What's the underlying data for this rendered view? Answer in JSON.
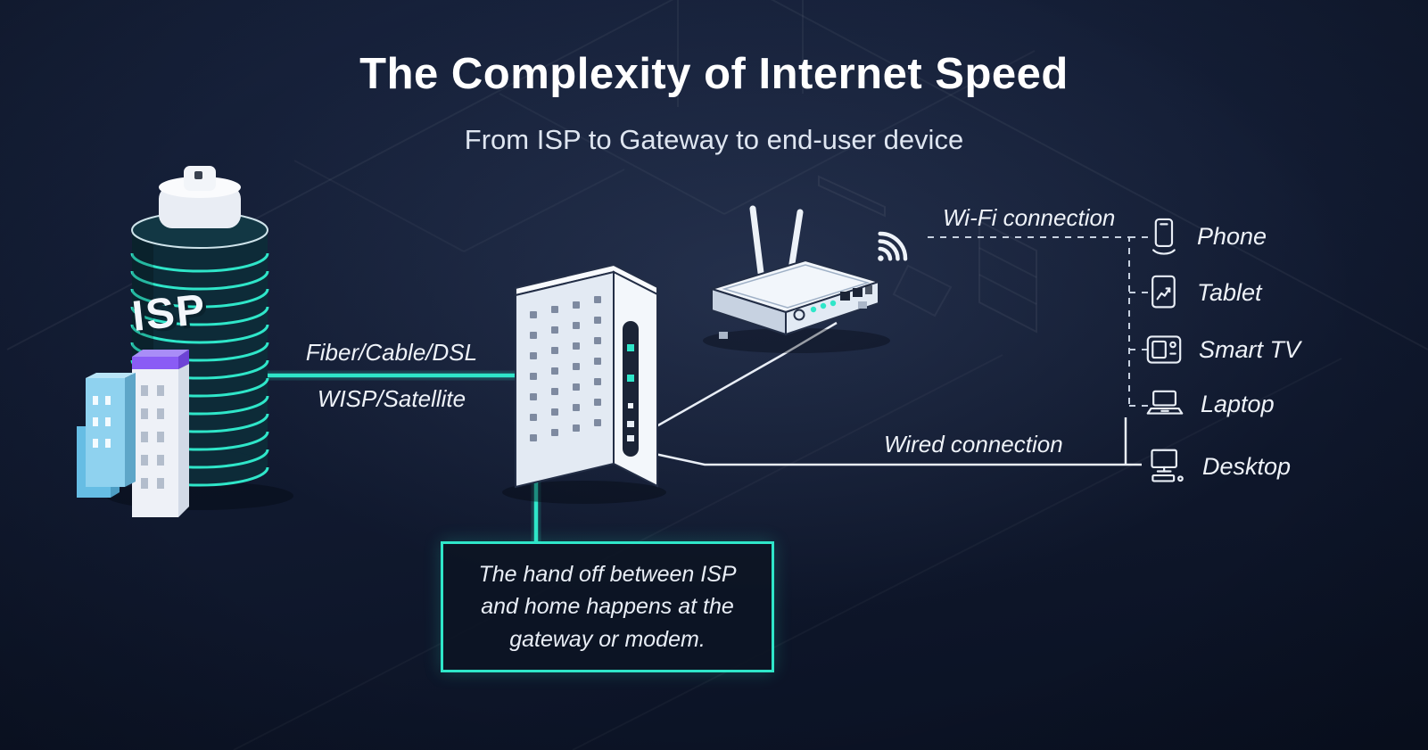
{
  "header": {
    "title": "The Complexity of Internet Speed",
    "subtitle": "From ISP to Gateway to end-user device"
  },
  "isp": {
    "building_label": "ISP"
  },
  "connections": {
    "isp_to_gateway_line1": "Fiber/Cable/DSL",
    "isp_to_gateway_line2": "WISP/Satellite",
    "wifi_label": "Wi-Fi connection",
    "wired_label": "Wired connection"
  },
  "callout": {
    "text": "The hand off between ISP and home happens at the gateway or modem."
  },
  "devices": [
    {
      "label": "Phone",
      "icon": "phone-icon"
    },
    {
      "label": "Tablet",
      "icon": "tablet-icon"
    },
    {
      "label": "Smart TV",
      "icon": "smart-tv-icon"
    },
    {
      "label": "Laptop",
      "icon": "laptop-icon"
    },
    {
      "label": "Desktop",
      "icon": "desktop-icon"
    }
  ],
  "colors": {
    "accent_teal": "#2fe6c9",
    "background_navy": "#111a30",
    "text_white": "#eef2f8"
  }
}
